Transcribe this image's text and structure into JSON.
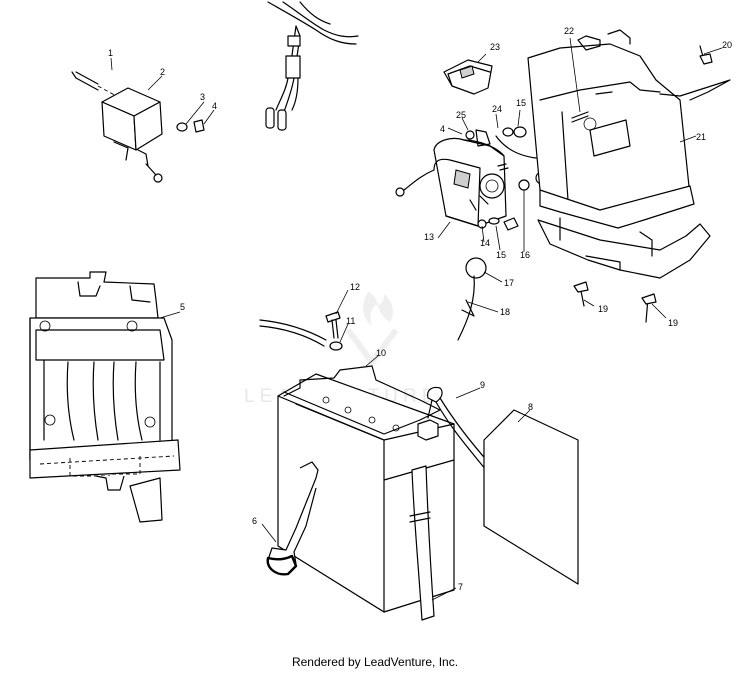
{
  "callouts": {
    "c1": "1",
    "c2": "2",
    "c3": "3",
    "c4a": "4",
    "c4b": "4",
    "c5": "5",
    "c6": "6",
    "c7": "7",
    "c8": "8",
    "c9": "9",
    "c10": "10",
    "c11": "11",
    "c12": "12",
    "c13": "13",
    "c14": "14",
    "c15a": "15",
    "c15b": "15",
    "c16": "16",
    "c17": "17",
    "c18": "18",
    "c19a": "19",
    "c19b": "19",
    "c20": "20",
    "c21": "21",
    "c22": "22",
    "c23": "23",
    "c24": "24",
    "c25": "25"
  },
  "watermark": "LEADVENTURE",
  "footer": "Rendered by LeadVenture, Inc."
}
